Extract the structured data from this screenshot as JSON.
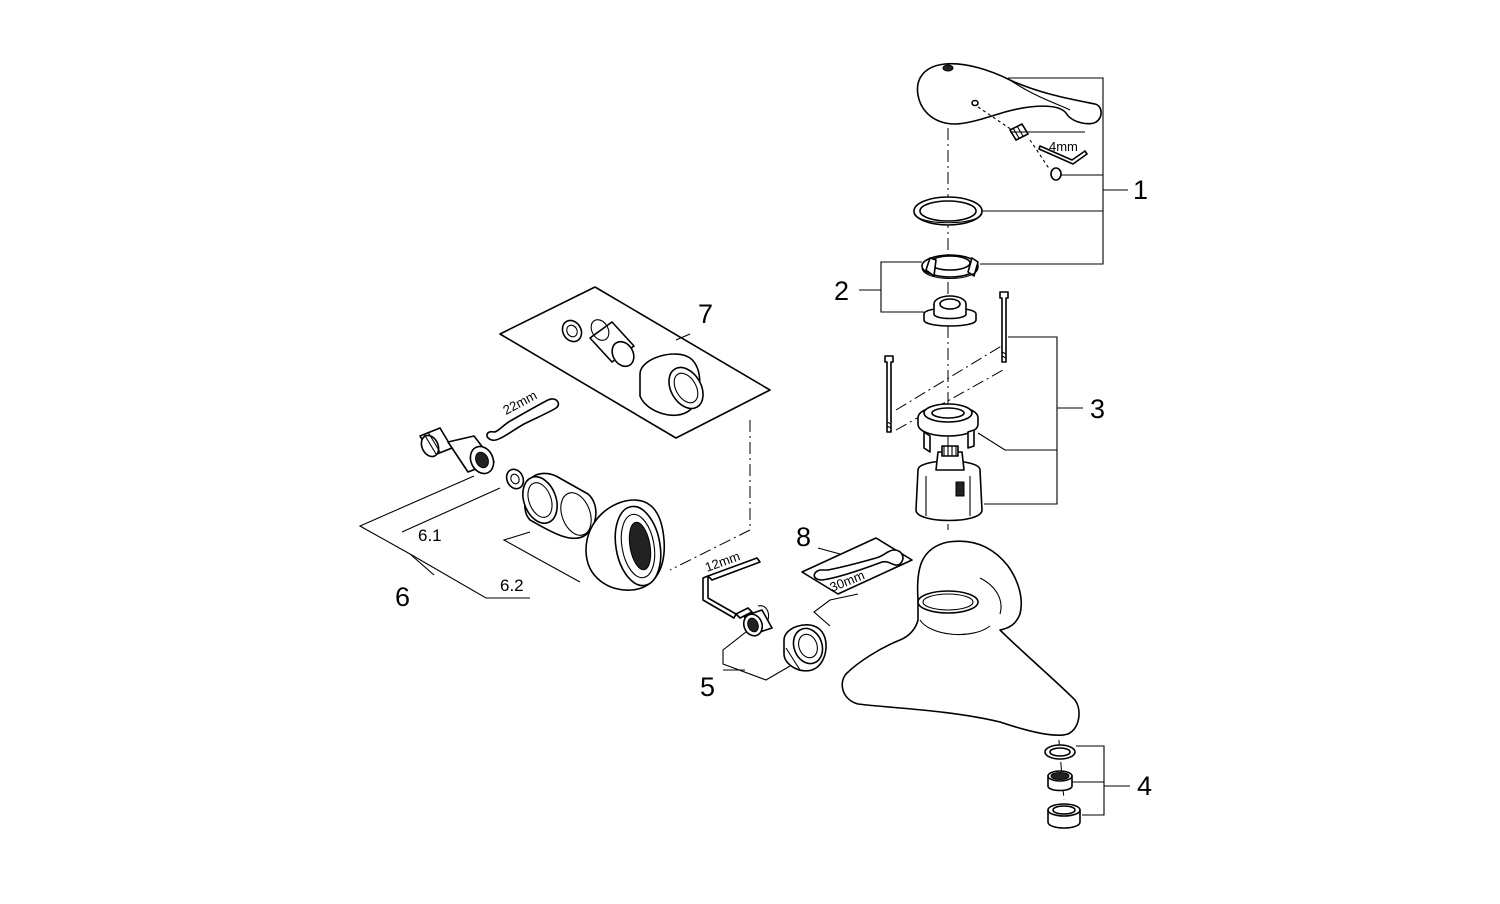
{
  "callouts": {
    "c1": "1",
    "c2": "2",
    "c3": "3",
    "c4": "4",
    "c5": "5",
    "c6": "6",
    "c6_1": "6.1",
    "c6_2": "6.2",
    "c7": "7",
    "c8": "8"
  },
  "tool_sizes": {
    "hex_key_small": "4mm",
    "hex_key_large": "12mm",
    "wrench_22": "22mm",
    "wrench_30": "30mm"
  }
}
